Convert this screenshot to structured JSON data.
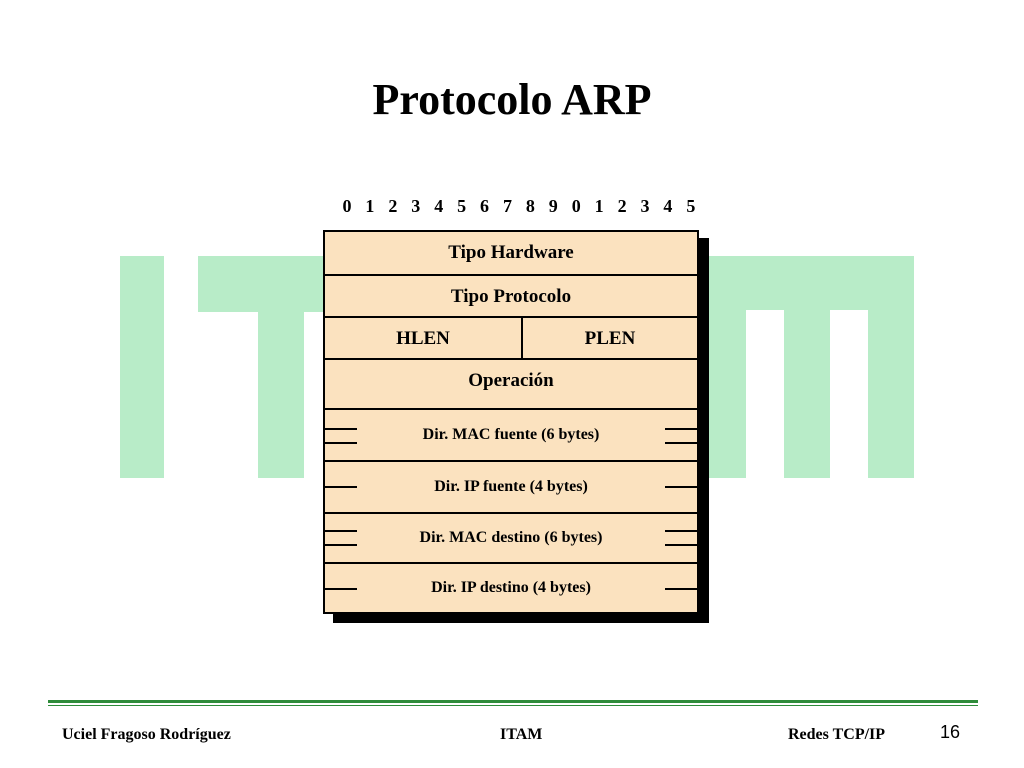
{
  "slide": {
    "title": "Protocolo ARP",
    "watermark_color": "#b8ecc8",
    "box_color": "#fbe2bf",
    "footer_rule_color": "#2e8b3a"
  },
  "bit_ruler": [
    "0",
    "1",
    "2",
    "3",
    "4",
    "5",
    "6",
    "7",
    "8",
    "9",
    "0",
    "1",
    "2",
    "3",
    "4",
    "5"
  ],
  "packet": {
    "tipo_hardware": "Tipo Hardware",
    "tipo_protocolo": "Tipo Protocolo",
    "hlen": "HLEN",
    "plen": "PLEN",
    "operacion": "Operación",
    "mac_fuente": "Dir. MAC fuente (6 bytes)",
    "ip_fuente": "Dir. IP fuente (4 bytes)",
    "mac_destino": "Dir. MAC destino (6 bytes)",
    "ip_destino": "Dir. IP destino (4 bytes)"
  },
  "footer": {
    "author": "Uciel Fragoso Rodríguez",
    "institution": "ITAM",
    "course": "Redes TCP/IP",
    "page_number": "16"
  }
}
